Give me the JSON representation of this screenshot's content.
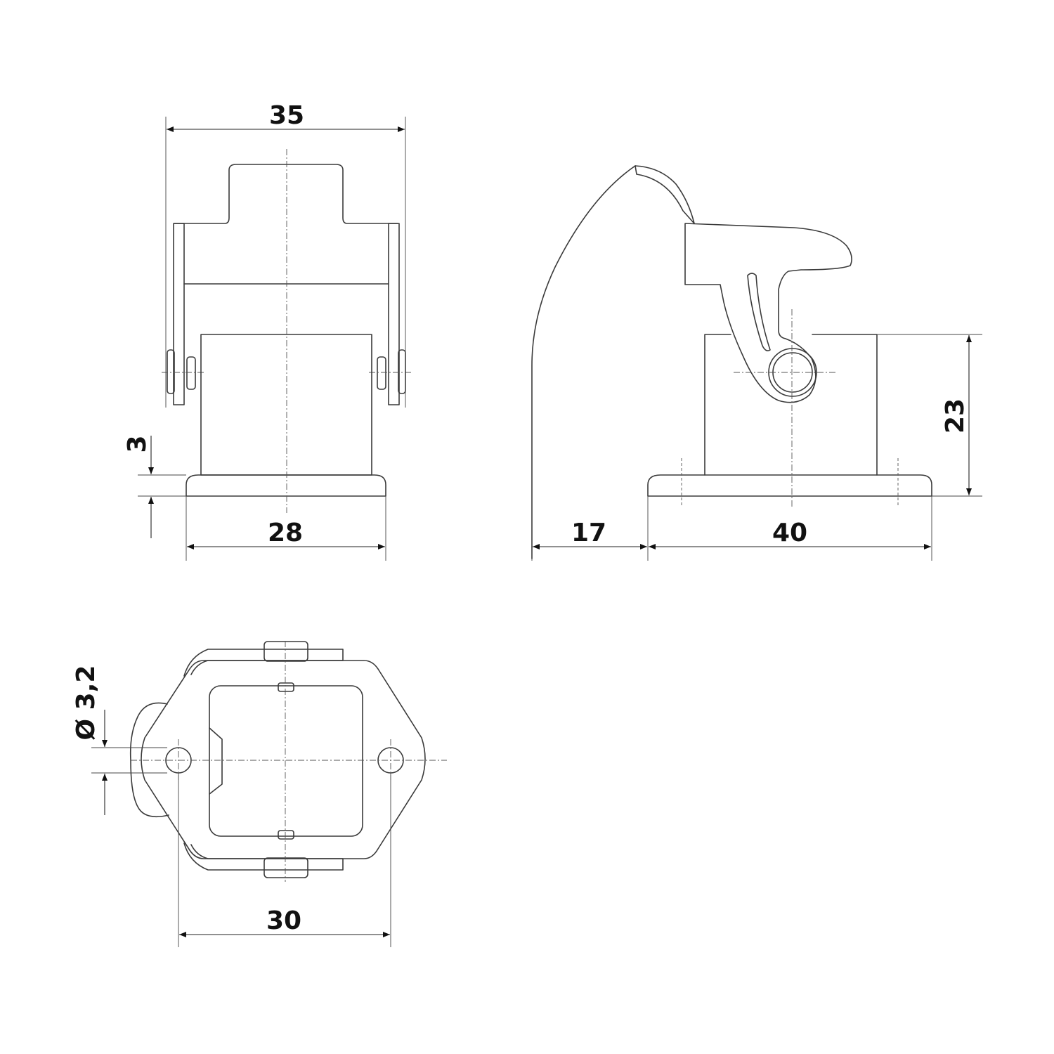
{
  "dimensions": {
    "front_width": "35",
    "front_base_width": "28",
    "front_base_height": "3",
    "side_overhang": "17",
    "side_base_length": "40",
    "side_height": "23",
    "bottom_hole_diameter": "Ø 3,2",
    "bottom_hole_spacing": "30"
  },
  "colors": {
    "line": "#3a3a3a",
    "text": "#111111",
    "background": "#ffffff"
  }
}
